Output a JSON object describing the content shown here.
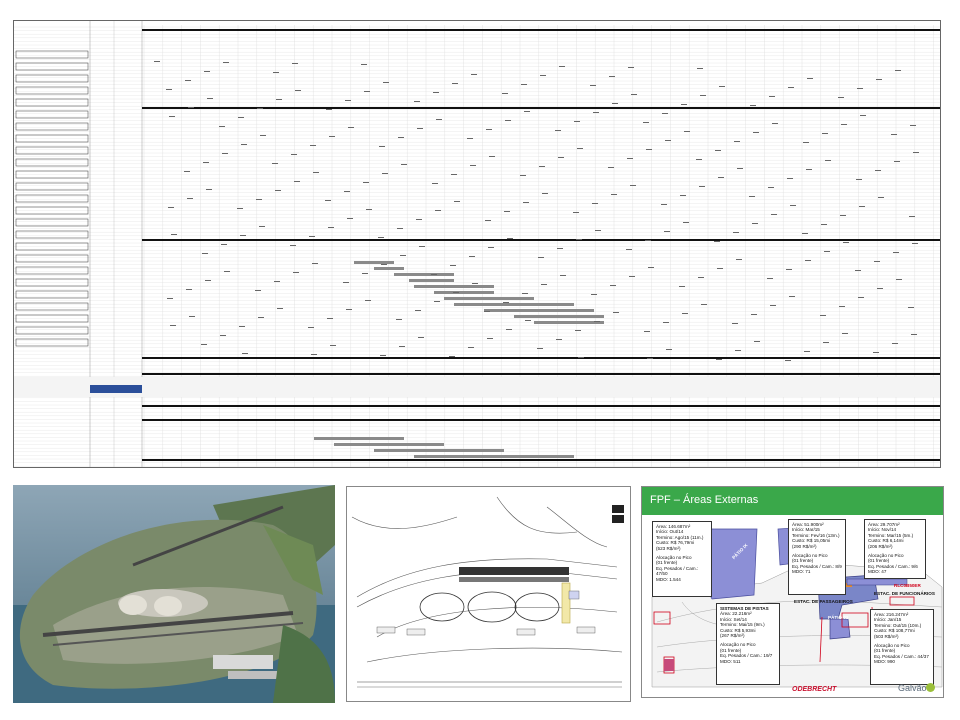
{
  "slide": {
    "title": "FPF – Áreas Externas",
    "boxes": [
      {
        "area": "Área: 146.687m²",
        "inicio": "Início: Out/14",
        "termino": "Termino: Ago/15 (11m.)",
        "custo": "Custo: R$ 76,79mi",
        "custo2": "(523 R$/m²)",
        "aloc": "Alocação no Pico",
        "frente": "(01 frente)",
        "eq": "Eq. Pesados / Cam.: 47/50",
        "mdo": "MDO: 1.544"
      },
      {
        "area": "Área: 51.900m²",
        "inicio": "Início: Mar/15",
        "termino": "Termino: Fev/16 (13m.)",
        "custo": "Custo: R$ 15,05mi",
        "custo2": "(290 R$/m²)",
        "aloc": "Alocação no Pico",
        "frente": "(01 frente)",
        "eq": "Eq. Pesados / Cam.: 8/9",
        "mdo": "MDO: 71"
      },
      {
        "area": "Área: 29.707m²",
        "inicio": "Início: Nov/14",
        "termino": "Termino: Mar/15 (5m.)",
        "custo": "Custo: R$ 6,14mi",
        "custo2": "(206 R$/m²)",
        "aloc": "Alocação no Pico",
        "frente": "(01 frente)",
        "eq": "Eq. Pesados / Cam.: 9/6",
        "mdo": "MDO: 47"
      },
      {
        "heading": "SISTEMAS DE PISTAS",
        "area": "Área: 22.216m²",
        "inicio": "Início: Set/14",
        "termino": "Termino: Mai/15 (9m.)",
        "custo": "Custo: R$ 5,93mi",
        "custo2": "(267 R$/m²)",
        "aloc": "Alocação no Pico",
        "frente": "(01 frente)",
        "eq": "Eq. Pesados / Cam.: 19/7",
        "mdo": "MDO: 511"
      },
      {
        "area": "Área: 216.247m²",
        "inicio": "Início: Jan/15",
        "termino": "Termino: Out/15 (10m.)",
        "custo": "Custo: R$ 108,77mi",
        "custo2": "(503 R$/m²)",
        "aloc": "Alocação no Pico",
        "frente": "(01 frente)",
        "eq": "Eq. Pesados / Cam.: 44/37",
        "mdo": "MDO: 990"
      }
    ],
    "labels": {
      "estac_passageiros": "ESTAC. DE PASSAGEIROS",
      "estac_funcionarios": "ESTAC. DE FUNCIONÁRIOS",
      "patio": "PÁTIO 01",
      "patio_ix": "PÁTIO IX",
      "red_tag": "RLC0B50ER"
    },
    "logos": {
      "left": "ODEBRECHT",
      "right": "Galvão"
    }
  },
  "colors": {
    "green": "#3aa84a",
    "purple": "#8c8fd6",
    "blue": "#7a86c8",
    "orange": "#e88c2a",
    "red": "#d0021b"
  }
}
